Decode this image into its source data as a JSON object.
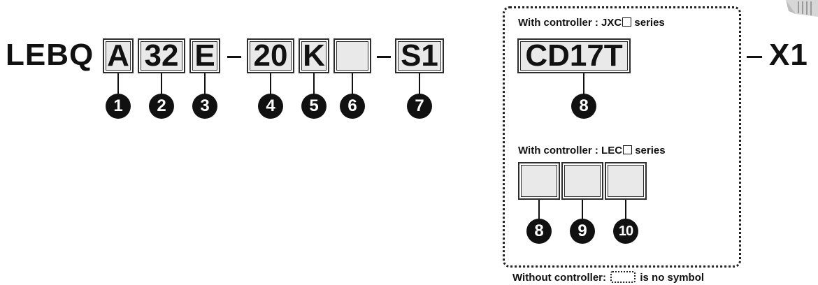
{
  "model": {
    "prefix": "LEBQ",
    "segments": [
      "A",
      "32",
      "E",
      "20",
      "K",
      "",
      "S1"
    ],
    "suffix": "X1"
  },
  "jxc_section": {
    "label": "With controller : JXC",
    "label_suffix": "series",
    "code": "CD17T"
  },
  "lec_section": {
    "label": "With controller : LEC",
    "label_suffix": "series",
    "boxes": [
      "",
      "",
      ""
    ]
  },
  "markers": [
    "1",
    "2",
    "3",
    "4",
    "5",
    "6",
    "7",
    "8",
    "8",
    "9",
    "10"
  ],
  "footer": {
    "before": "Without controller:",
    "after": "is no symbol"
  }
}
